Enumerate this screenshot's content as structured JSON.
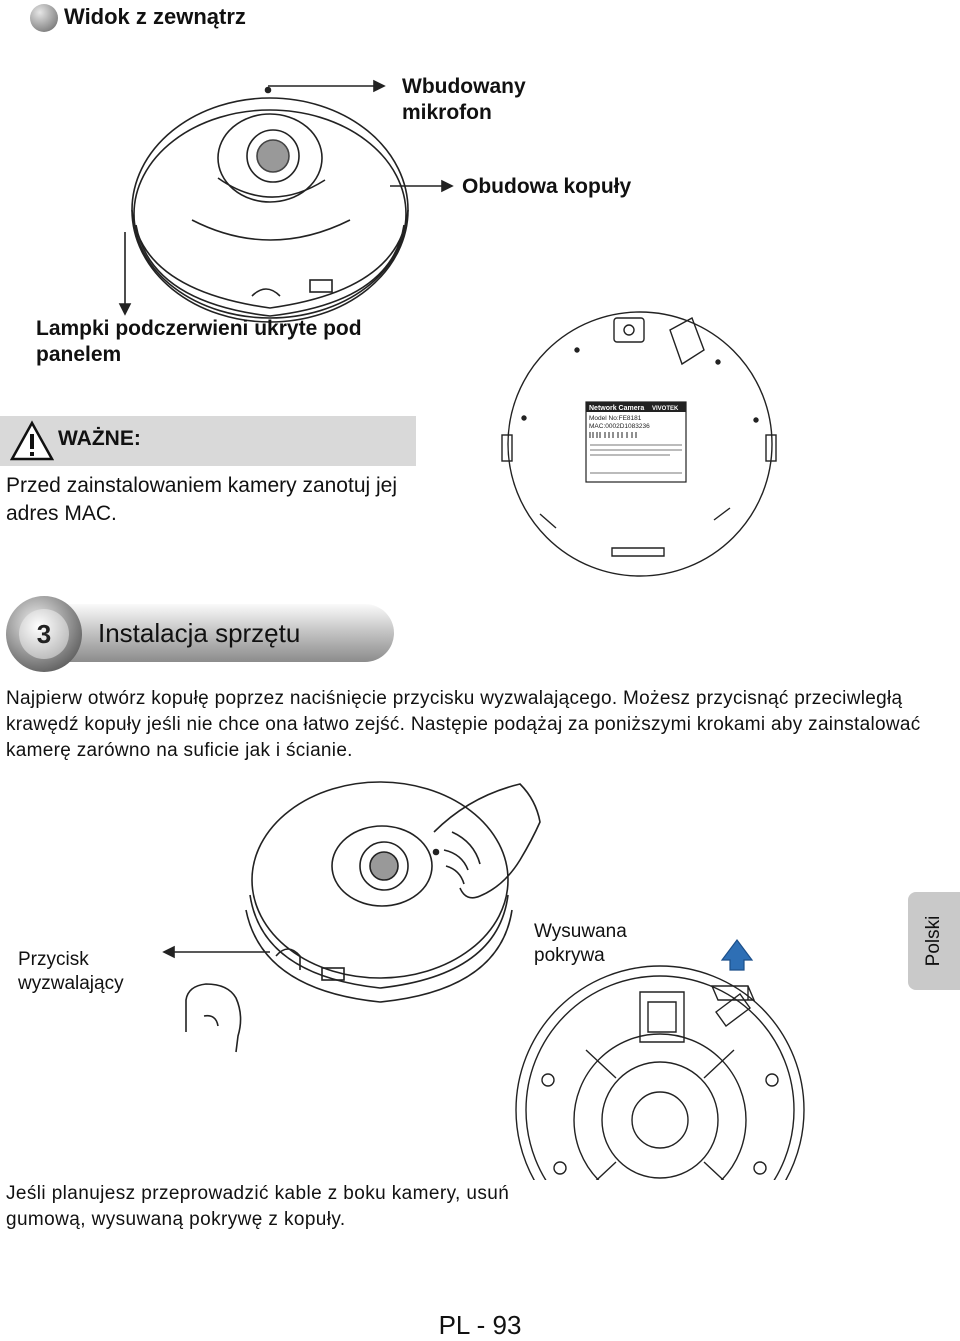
{
  "section": {
    "title": "Widok z zewnątrz"
  },
  "top_labels": {
    "microphone": "Wbudowany mikrofon",
    "dome_cover": "Obudowa kopuły",
    "ir_leds": "Lampki podczerwieni ukryte pod panelem"
  },
  "important": {
    "title": "WAŻNE:",
    "text": "Przed zainstalowaniem kamery zanotuj jej adres MAC."
  },
  "device_label": {
    "heading": "Network Camera",
    "brand": "VIVOTEK",
    "model": "Model No:FE8181",
    "mac": "MAC:0002D1083236"
  },
  "step": {
    "number": "3",
    "title": "Instalacja sprzętu"
  },
  "body_text": "Najpierw otwórz kopułę poprzez naciśnięcie przycisku wyzwalającego. Możesz przycisnąć przeciwległą krawędź kopuły jeśli nie chce ona łatwo zejść. Następie podążaj za poniższymi krokami aby zainstalować kamerę zarówno na suficie jak i ścianie.",
  "lower_labels": {
    "release_button": "Przycisk wyzwalający",
    "sliding_cover": "Wysuwana pokrywa"
  },
  "side_tab": "Polski",
  "caption": "Jeśli planujesz przeprowadzić kable z boku kamery, usuń gumową, wysuwaną pokrywę z kopuły.",
  "page_number": "PL - 93",
  "colors": {
    "arrow_blue": "#2e6fb5",
    "gray_bar": "#d9d9d9",
    "tab_gray": "#c9c9c9"
  }
}
